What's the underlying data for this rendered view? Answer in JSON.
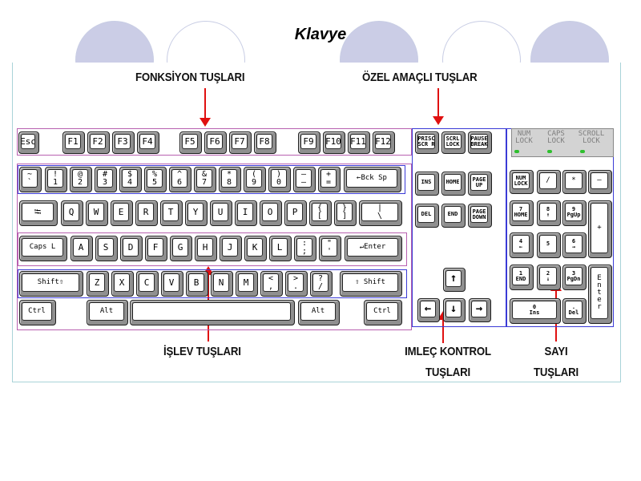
{
  "title": "Klavye",
  "labels": {
    "function_keys": "FONKSİYON TUŞLARI",
    "special_keys": "ÖZEL AMAÇLI TUŞLAR",
    "function_keys_main": "İŞLEV TUŞLARI",
    "cursor_control_1": "IMLEÇ KONTROL",
    "cursor_control_2": "TUŞLARI",
    "numeric_1": "SAYI",
    "numeric_2": "TUŞLARI"
  },
  "colors": {
    "frame_border": "#a9d3d8",
    "group_purple": "#b860b0",
    "group_blue": "#3a3ad6",
    "arrow": "#e01010",
    "circle_fill": "#cbcde6"
  },
  "indicators": [
    "NUM\nLOCK",
    "CAPS\nLOCK",
    "SCROLL\nLOCK"
  ],
  "rows": {
    "fkeys": [
      "Esc",
      "F1",
      "F2",
      "F3",
      "F4",
      "F5",
      "F6",
      "F7",
      "F8",
      "F9",
      "F10",
      "F11",
      "F12"
    ],
    "num": [
      "~\n`",
      "!\n1",
      "@\n2",
      "#\n3",
      "$\n4",
      "%\n5",
      "^\n6",
      "&\n7",
      "*\n8",
      "(\n9",
      ")\n0",
      "—\n–",
      "+\n=",
      "←Bck Sp"
    ],
    "tab": [
      "⭾",
      "Q",
      "W",
      "E",
      "R",
      "T",
      "Y",
      "U",
      "I",
      "O",
      "P",
      "{\n[",
      "}\n]",
      "|\n\\"
    ],
    "home": [
      "Caps L",
      "A",
      "S",
      "D",
      "F",
      "G",
      "H",
      "J",
      "K",
      "L",
      ":\n;",
      "\"\n'",
      "↵Enter"
    ],
    "shift": [
      "Shift⇧",
      "Z",
      "X",
      "C",
      "V",
      "B",
      "N",
      "M",
      "<\n,",
      ">\n.",
      "?\n/",
      "⇧ Shift"
    ],
    "bottom": [
      "Ctrl",
      "Alt",
      "",
      "Alt",
      "Ctrl"
    ]
  },
  "special": [
    "PRISC\nSCR R",
    "SCRL\nLOCK",
    "PAUSE\nBREAK",
    "INS",
    "HOME",
    "PAGE\nUP",
    "DEL",
    "END",
    "PAGE\nDOWN"
  ],
  "arrows": [
    "↑",
    "←",
    "↓",
    "→"
  ],
  "numpad": [
    "NUM\nLOCK",
    "/",
    "*",
    "—",
    "7\nHOME",
    "8\n↑",
    "9\nPgUp",
    "+",
    "4\n←",
    "5",
    "6\n→",
    "1\nEND",
    "2\n↓",
    "3\nPgDn",
    "E\nn\nt\ne\nr",
    "0\nIns",
    ".\nDel"
  ]
}
